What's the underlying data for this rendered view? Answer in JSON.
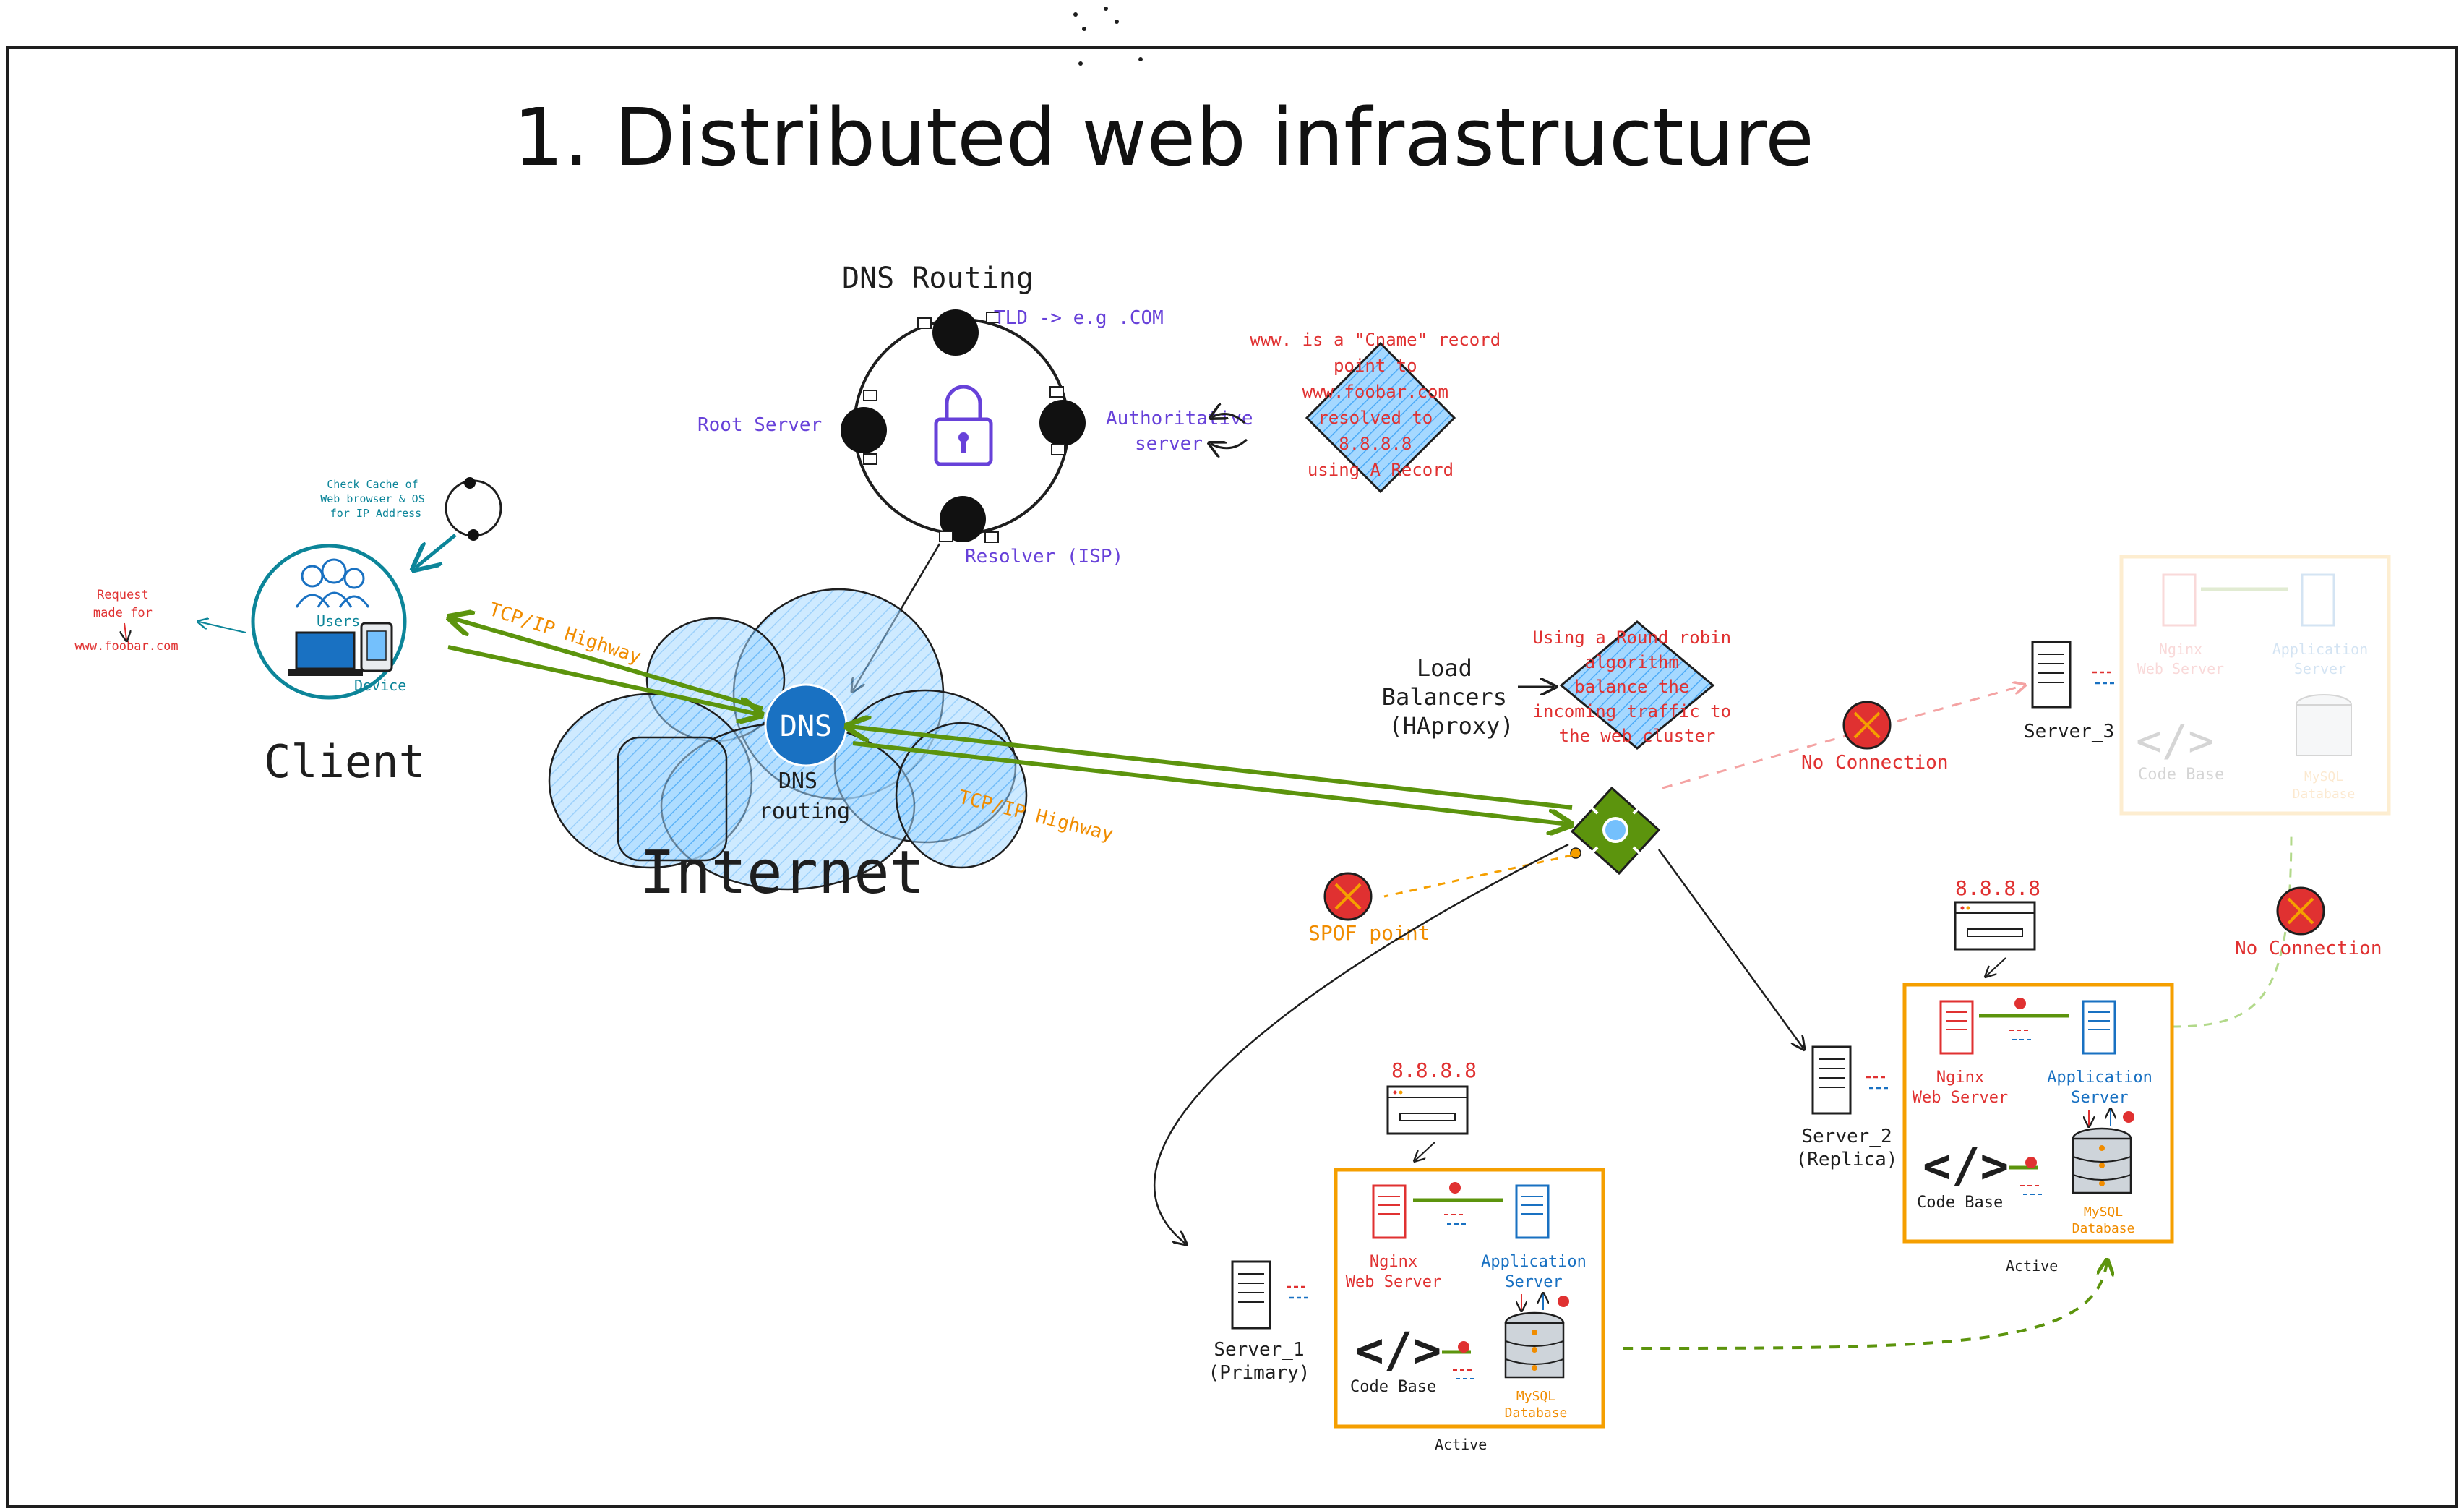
{
  "title": "1. Distributed web infrastructure",
  "dns_routing": {
    "heading": "DNS Routing",
    "tld": "TLD -> e.g .COM",
    "root_server": "Root Server",
    "authoritative": [
      "Authoritative",
      "server"
    ],
    "resolver": "Resolver (ISP)",
    "cname_note": [
      "www. is a \"Cname\" record",
      "point to",
      "www.foobar.com",
      "resolved to",
      "8.8.8.8",
      "using A Record"
    ]
  },
  "client": {
    "label": "Client",
    "users": "Users",
    "device": "Device",
    "cache_note": [
      "Check Cache of",
      "Web browser & OS",
      "for IP Address"
    ],
    "request_note": [
      "Request",
      "made for",
      "www.foobar.com"
    ]
  },
  "internet": {
    "label": "Internet",
    "dns": "DNS",
    "dns_routing": [
      "DNS",
      "routing"
    ],
    "tcp_highway_1": "TCP/IP Highway",
    "tcp_highway_2": "TCP/IP Highway"
  },
  "load_balancer": {
    "label": [
      "Load",
      "Balancers",
      "(HAproxy)"
    ],
    "note": [
      "Using a Round robin",
      "algorithm",
      "balance the",
      "incoming traffic to",
      "the web cluster"
    ],
    "spof": "SPOF point"
  },
  "server_1": {
    "label": [
      "Server_1",
      "(Primary)"
    ],
    "ip": "8.8.8.8",
    "nginx": [
      "Nginx",
      "Web Server"
    ],
    "app": [
      "Application",
      "Server"
    ],
    "code": "Code Base",
    "db": [
      "MySQL",
      "Database"
    ],
    "status": "Active"
  },
  "server_2": {
    "label": [
      "Server_2",
      "(Replica)"
    ],
    "ip": "8.8.8.8",
    "nginx": [
      "Nginx",
      "Web Server"
    ],
    "app": [
      "Application",
      "Server"
    ],
    "code": "Code Base",
    "db": [
      "MySQL",
      "Database"
    ],
    "status": "Active"
  },
  "server_3": {
    "label": "Server_3",
    "nginx": [
      "Nginx",
      "Web Server"
    ],
    "app": [
      "Application",
      "Server"
    ],
    "code": "Code Base",
    "db": [
      "MySQL",
      "Database"
    ],
    "no_connection_1": "No Connection",
    "no_connection_2": "No Connection"
  },
  "colors": {
    "green": "#5c940d",
    "orange": "#f08c00",
    "red": "#e03131",
    "blue": "#1971c2",
    "purple": "#6741d9",
    "teal": "#0c8599"
  }
}
